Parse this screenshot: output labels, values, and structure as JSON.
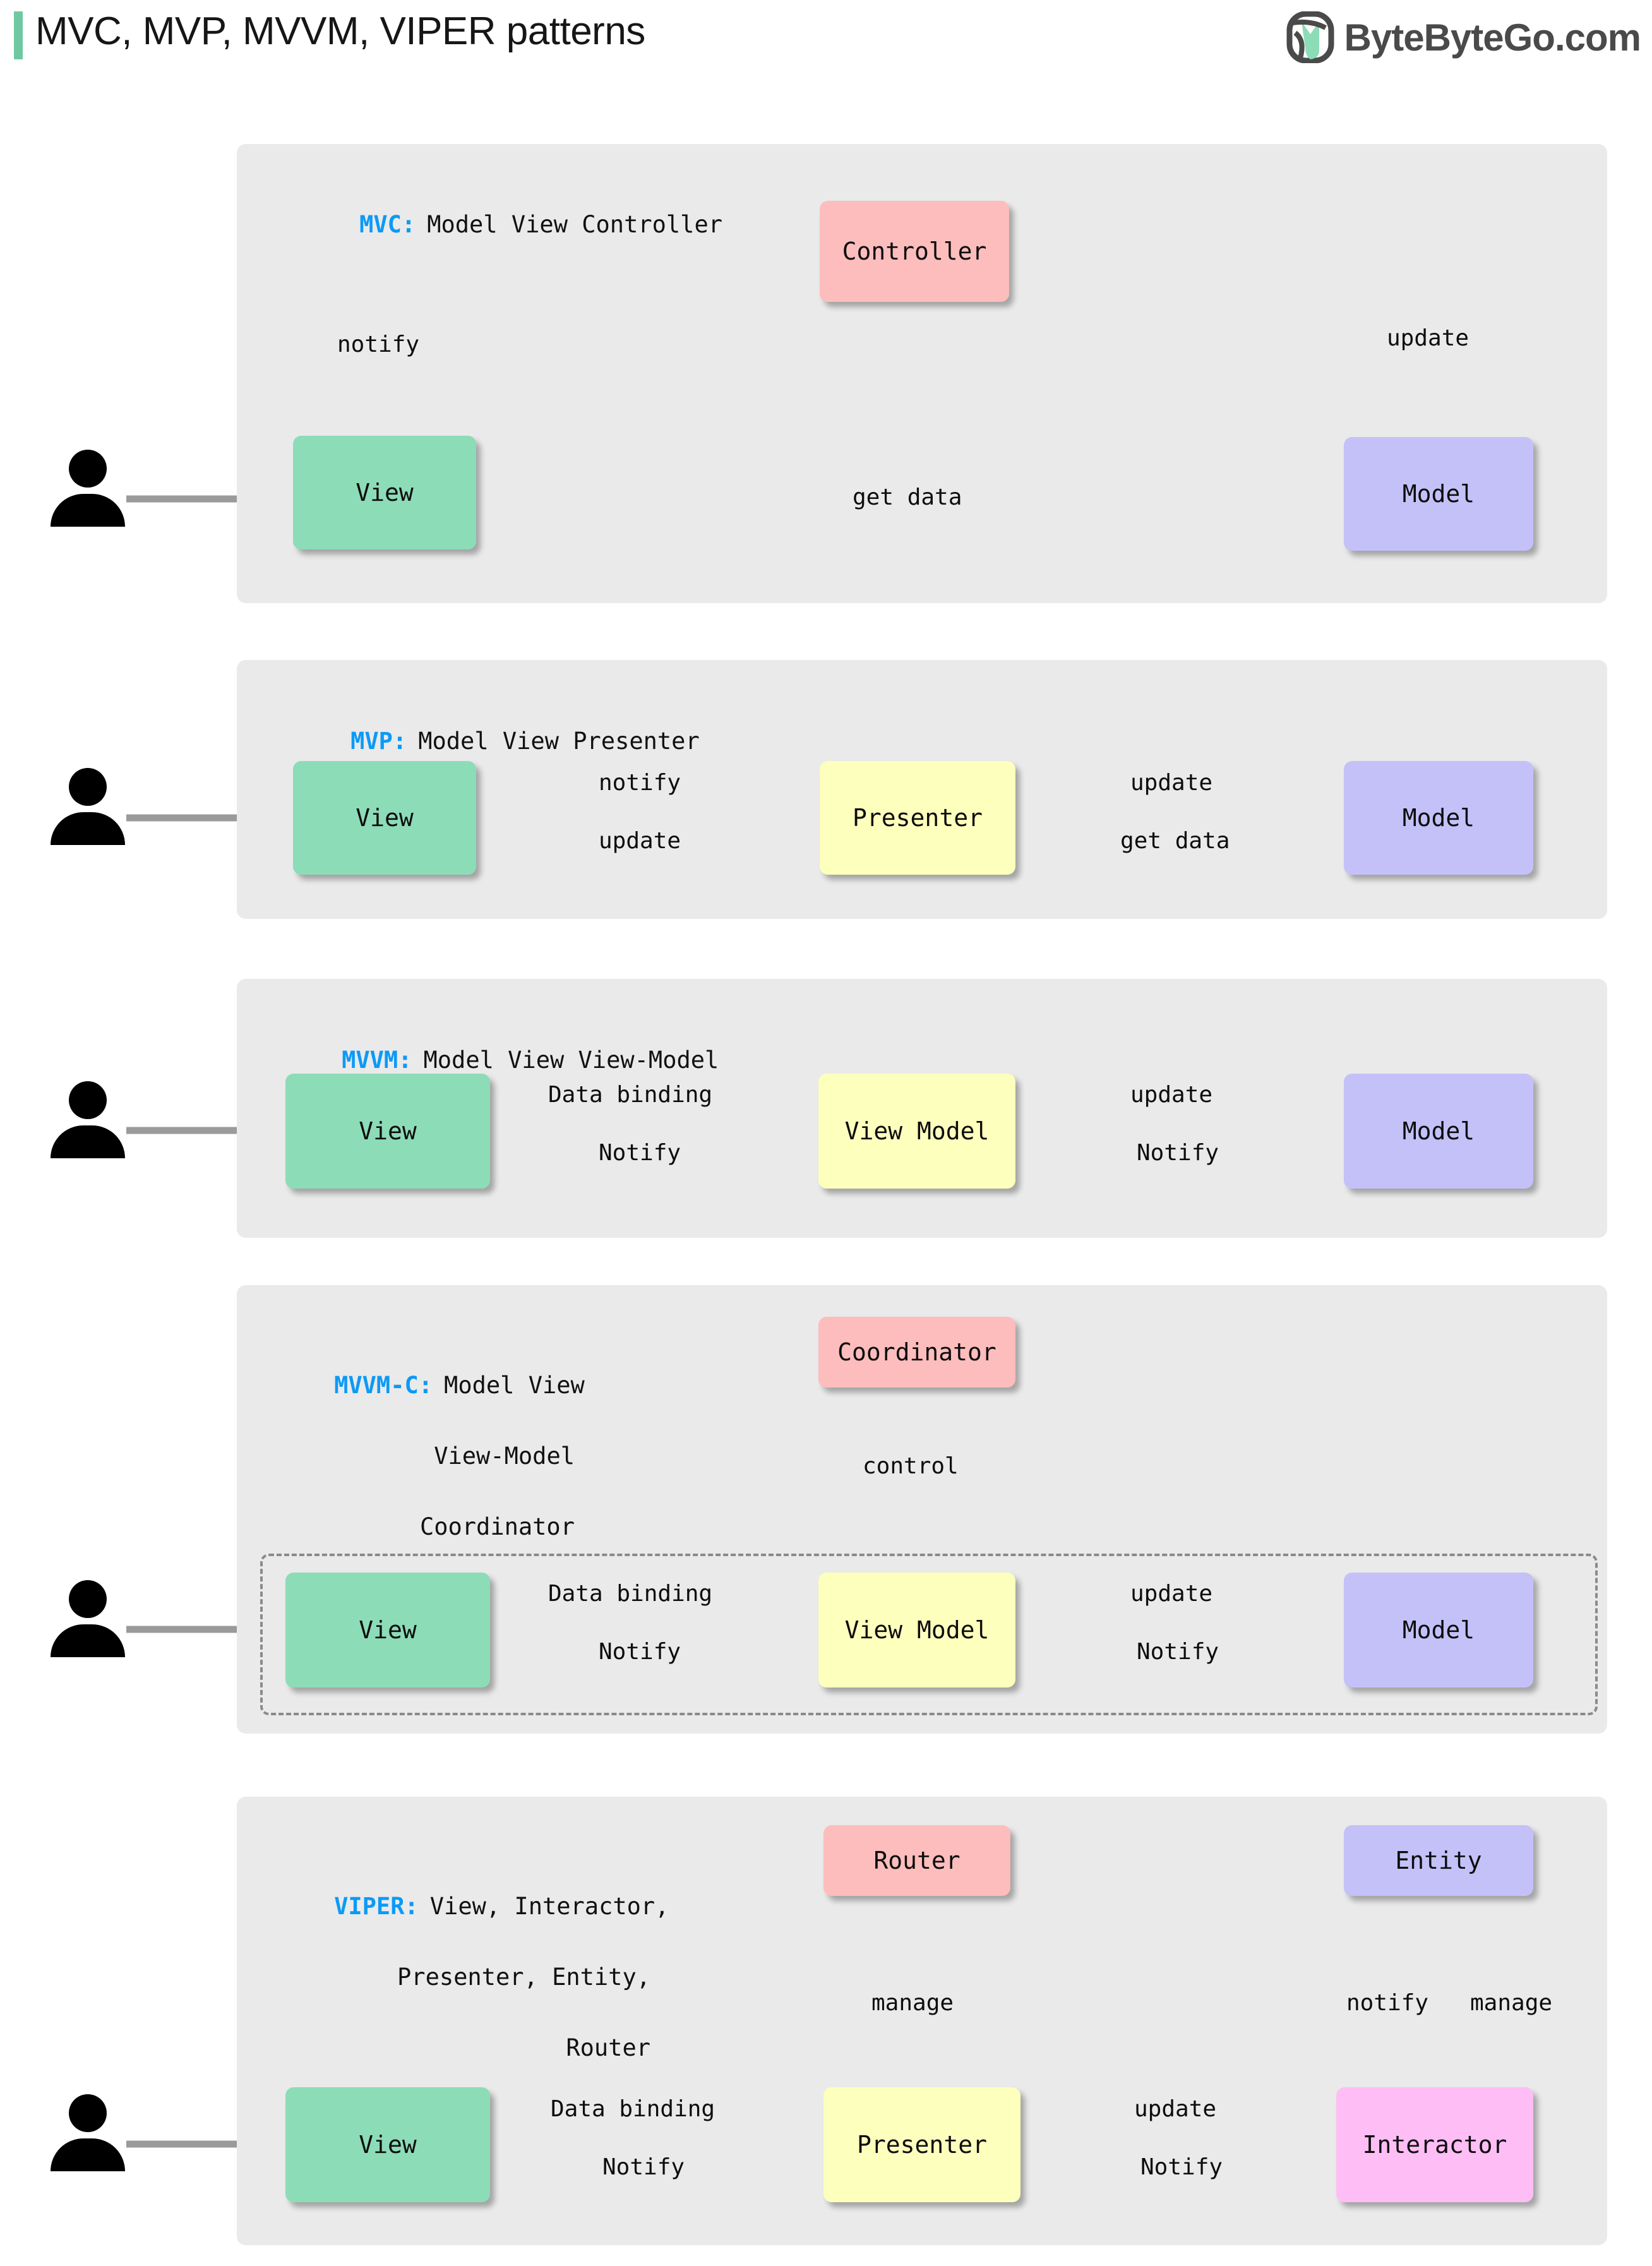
{
  "header": {
    "title": "MVC, MVP, MVVM, VIPER patterns",
    "brand_name": "ByteByteGo.com",
    "accent_color": "#6ec9a2",
    "logo_icon": "bytebytego-leaf-logo"
  },
  "colors": {
    "panel_bg": "#eaeaea",
    "green": "#8cdcb8",
    "purple": "#c4c1f9",
    "yellow": "#fdffbd",
    "red": "#fdbdbd",
    "pink": "#ffbdf5",
    "arrow": "#9a9a9a",
    "key_blue": "#0b9af7"
  },
  "sections": [
    {
      "id": "mvc",
      "key": "MVC:",
      "title_lines": [
        "Model View Controller"
      ],
      "nodes": [
        {
          "label": "View",
          "color": "green"
        },
        {
          "label": "Controller",
          "color": "red"
        },
        {
          "label": "Model",
          "color": "purple"
        }
      ],
      "edges": [
        {
          "label": "notify",
          "from": "View",
          "to": "Controller",
          "style": "solid"
        },
        {
          "label": "update",
          "from": "Controller",
          "to": "Model",
          "style": "solid"
        },
        {
          "label": "get data",
          "from": "Model",
          "to": "View",
          "style": "solid"
        }
      ]
    },
    {
      "id": "mvp",
      "key": "MVP:",
      "title_lines": [
        "Model View Presenter"
      ],
      "nodes": [
        {
          "label": "View",
          "color": "green"
        },
        {
          "label": "Presenter",
          "color": "yellow"
        },
        {
          "label": "Model",
          "color": "purple"
        }
      ],
      "edges": [
        {
          "label": "notify",
          "from": "View",
          "to": "Presenter",
          "style": "solid"
        },
        {
          "label": "update",
          "from": "Presenter",
          "to": "Model",
          "style": "solid"
        },
        {
          "label": "update",
          "from": "Presenter",
          "to": "View",
          "style": "solid"
        },
        {
          "label": "get data",
          "from": "Model",
          "to": "Presenter",
          "style": "solid"
        }
      ]
    },
    {
      "id": "mvvm",
      "key": "MVVM:",
      "title_lines": [
        "Model View View-Model"
      ],
      "nodes": [
        {
          "label": "View",
          "color": "green"
        },
        {
          "label": "View Model",
          "color": "yellow"
        },
        {
          "label": "Model",
          "color": "purple"
        }
      ],
      "edges": [
        {
          "label": "Data binding",
          "from": "View",
          "to": "View Model",
          "style": "solid"
        },
        {
          "label": "update",
          "from": "View Model",
          "to": "Model",
          "style": "solid"
        },
        {
          "label": "Notify",
          "from": "View Model",
          "to": "View",
          "style": "dashed"
        },
        {
          "label": "Notify",
          "from": "Model",
          "to": "View Model",
          "style": "dashed"
        }
      ]
    },
    {
      "id": "mvvmc",
      "key": "MVVM-C:",
      "title_lines": [
        "Model View",
        "View-Model",
        "Coordinator"
      ],
      "nodes": [
        {
          "label": "Coordinator",
          "color": "red"
        },
        {
          "label": "View",
          "color": "green"
        },
        {
          "label": "View Model",
          "color": "yellow"
        },
        {
          "label": "Model",
          "color": "purple"
        }
      ],
      "edges": [
        {
          "label": "control",
          "from": "Coordinator",
          "to": "group",
          "style": "solid"
        },
        {
          "label": "Data binding",
          "from": "View",
          "to": "View Model",
          "style": "solid"
        },
        {
          "label": "update",
          "from": "View Model",
          "to": "Model",
          "style": "solid"
        },
        {
          "label": "Notify",
          "from": "View Model",
          "to": "View",
          "style": "dashed"
        },
        {
          "label": "Notify",
          "from": "Model",
          "to": "View Model",
          "style": "dashed"
        }
      ]
    },
    {
      "id": "viper",
      "key": "VIPER:",
      "title_lines": [
        "View, Interactor,",
        "Presenter, Entity,",
        "Router"
      ],
      "nodes": [
        {
          "label": "Router",
          "color": "red"
        },
        {
          "label": "Entity",
          "color": "purple"
        },
        {
          "label": "View",
          "color": "green"
        },
        {
          "label": "Presenter",
          "color": "yellow"
        },
        {
          "label": "Interactor",
          "color": "pink"
        }
      ],
      "edges": [
        {
          "label": "manage",
          "from": "Router",
          "to": "Presenter",
          "style": "solid"
        },
        {
          "label": "notify",
          "from": "Entity",
          "to": "Interactor",
          "style": "solid"
        },
        {
          "label": "manage",
          "from": "Interactor",
          "to": "Entity",
          "style": "solid"
        },
        {
          "label": "Data binding",
          "from": "View",
          "to": "Presenter",
          "style": "solid"
        },
        {
          "label": "update",
          "from": "Presenter",
          "to": "Interactor",
          "style": "solid"
        },
        {
          "label": "Notify",
          "from": "Presenter",
          "to": "View",
          "style": "dashed"
        },
        {
          "label": "Notify",
          "from": "Interactor",
          "to": "Presenter",
          "style": "dashed"
        }
      ]
    }
  ]
}
